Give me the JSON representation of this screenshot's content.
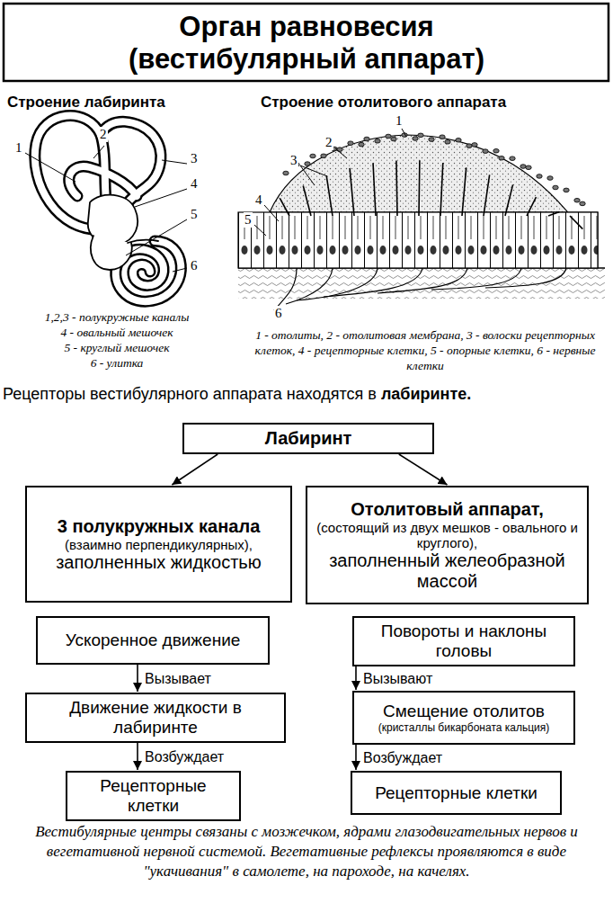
{
  "diagram": {
    "title": "Орган равновесия (вестибулярный аппарат)",
    "caption": "Вестибулярные центры связаны с мозжечком, ядрами глазодвигательных нервов и вегетативной нервной системой. Вегетативные рефлексы проявляются в виде \"укачивания\" в самолете, на пароходе, на качелях.",
    "nodes": [
      {
        "text": [
          "Лабиринт"
        ]
      },
      {
        "text": [
          "3 полукружных канала",
          "(взаимно перпендикулярных),",
          "заполненных жидкостью"
        ]
      },
      {
        "text": [
          "Отолитовый аппарат,",
          "(состоящий из двух мешков - овального и круглого),",
          "заполненный желеобразной массой"
        ]
      },
      {
        "text": [
          "Ускоренное движение"
        ]
      },
      {
        "text": [
          "Повороты и наклоны головы"
        ]
      },
      {
        "text": [
          "Движение жидкости в лабиринте"
        ]
      },
      {
        "text": [
          "Смещение отолитов",
          "(кристаллы бикарбоната кальция)"
        ]
      },
      {
        "text": [
          "Рецепторные клетки"
        ]
      },
      {
        "text": [
          "Рецепторные клетки"
        ]
      }
    ],
    "edges": [
      {
        "from": 0,
        "to": 1,
        "arrow": "to"
      },
      {
        "from": 0,
        "to": 2,
        "arrow": "to"
      },
      {
        "from": 3,
        "to": 5,
        "arrow": "to",
        "label": "Вызывает"
      },
      {
        "from": 5,
        "to": 7,
        "arrow": "to",
        "label": "Возбуждает"
      },
      {
        "from": 4,
        "to": 6,
        "arrow": "to",
        "label": "Вызывают"
      },
      {
        "from": 6,
        "to": 8,
        "arrow": "to",
        "label": "Возбуждает"
      }
    ],
    "labels": [
      "Строение лабиринта",
      "Строение отолитового аппарата",
      "1",
      "2",
      "3",
      "4",
      "5",
      "6",
      "1",
      "2",
      "3",
      "4",
      "5",
      "6",
      "1,2,3 - полукружные каналы",
      "4 - овальный мешочек",
      "5 - круглый мешочек",
      "6 - улитка",
      "1 - отолиты, 2 - отолитовая мембрана, 3 - волоски рецепторных клеток, 4 - рецепторные клетки, 5 - опорные клетки, 6 - нервные клетки",
      "Рецепторы вестибулярного аппарата находятся в",
      "лабиринте."
    ]
  }
}
